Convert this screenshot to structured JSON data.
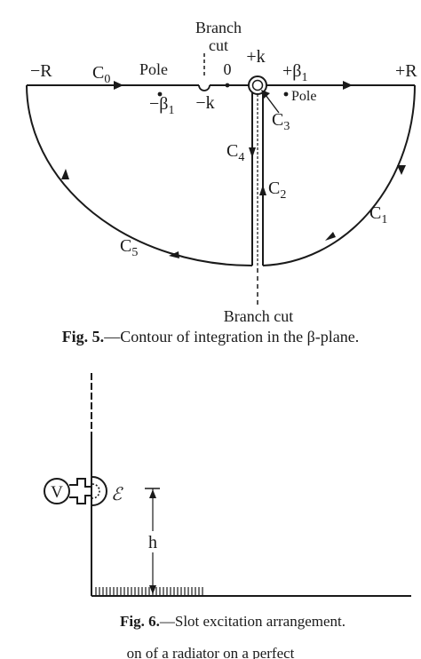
{
  "figure5": {
    "labels": {
      "branch_cut_top_line1": "Branch",
      "branch_cut_top_line2": "cut",
      "minus_R": "−R",
      "c0": "C",
      "c0_sub": "0",
      "pole_left": "Pole",
      "zero": "0",
      "plus_k": "+k",
      "plus_beta1": "+β",
      "plus_beta1_sub": "1",
      "plus_R": "+R",
      "minus_beta1": "−β",
      "minus_beta1_sub": "1",
      "minus_k": "−k",
      "pole_right": "Pole",
      "c3": "C",
      "c3_sub": "3",
      "c4": "C",
      "c4_sub": "4",
      "c2": "C",
      "c2_sub": "2",
      "c1": "C",
      "c1_sub": "1",
      "c5": "C",
      "c5_sub": "5",
      "branch_cut_bottom": "Branch cut"
    },
    "caption": {
      "label": "Fig. 5.",
      "text": "—Contour of integration in the β-plane."
    }
  },
  "figure6": {
    "labels": {
      "voltage": "V",
      "field": "ℰ",
      "height": "h"
    },
    "caption": {
      "label": "Fig. 6.",
      "text": "—Slot excitation arrangement."
    }
  },
  "body_text": {
    "bottom_fragment": "on  of  a  radiator  on  a  perfect"
  }
}
